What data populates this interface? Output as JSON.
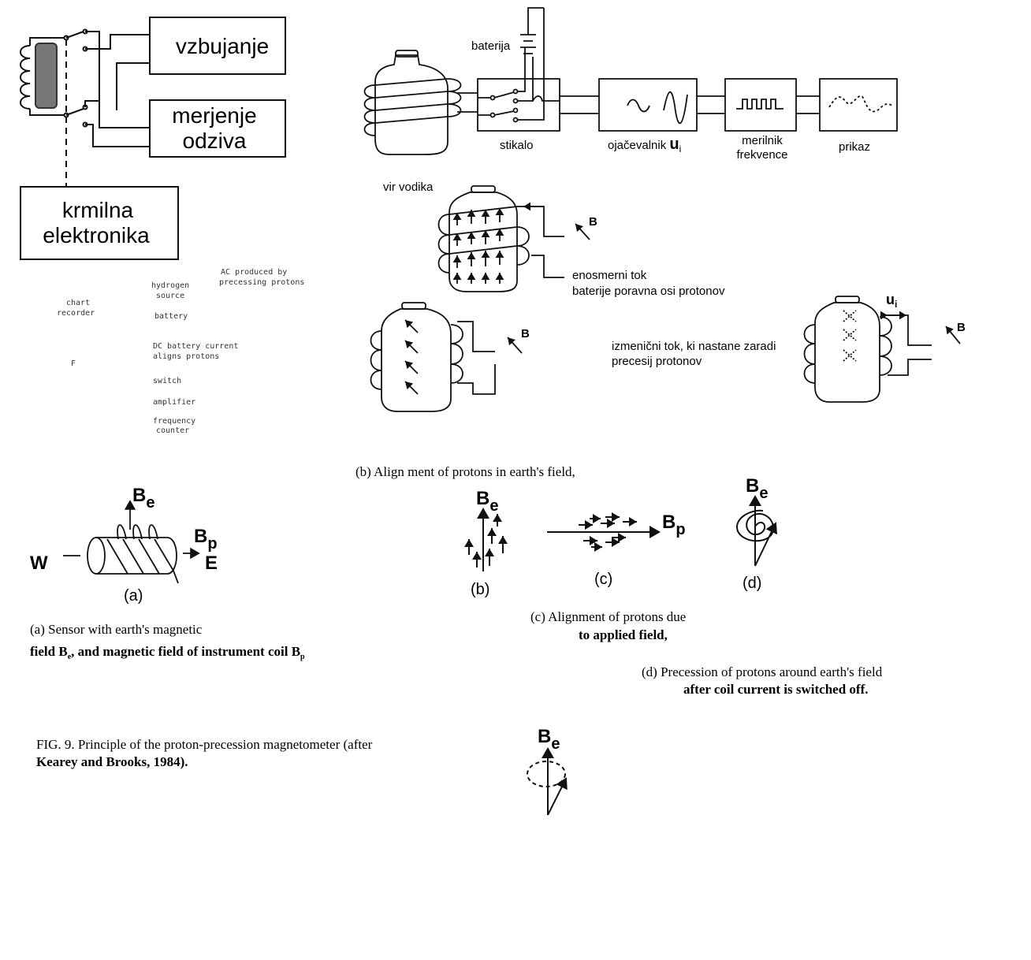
{
  "control_block": {
    "excitation": "vzbujanje",
    "measure_line1": "merjenje",
    "measure_line2": "odziva",
    "control_line1": "krmilna",
    "control_line2": "elektronika"
  },
  "system_diagram": {
    "battery": "baterija",
    "switch": "stikalo",
    "amplifier": "ojačevalnik",
    "amplifier_symbol": "u",
    "amplifier_sub": "i",
    "freq_line1": "merilnik",
    "freq_line2": "frekvence",
    "display": "prikaz",
    "hydrogen_source": "vir vodika",
    "B": "B",
    "dc_line1": "enosmerni tok",
    "dc_line2": "baterije poravna osi protonov",
    "ac_line1": "izmenični tok, ki nastane zaradi",
    "ac_line2": "precesij protonov",
    "ui_symbol": "u",
    "ui_sub": "i"
  },
  "faded_labels": {
    "ac_line1": "AC produced by",
    "ac_line2": "precessing protons",
    "hydrogen_line1": "hydrogen",
    "hydrogen_line2": "source",
    "chart_line1": "chart",
    "chart_line2": "recorder",
    "battery": "battery",
    "dc_line1": "DC battery current",
    "dc_line2": "aligns protons",
    "f": "F",
    "switch": "switch",
    "amplifier": "amplifier",
    "freq_line1": "frequency",
    "freq_line2": "counter"
  },
  "figure_labels": {
    "caption_b_top": "(b)  Align ment of protons in earth's field,",
    "be": "B",
    "be_sub": "e",
    "bp": "B",
    "bp_sub": "p",
    "E": "E",
    "W": "W",
    "a": "(a)",
    "b": "(b)",
    "c": "(c)",
    "d": "(d)",
    "caption_a_line1": "(a)  Sensor  with  earth's  magnetic",
    "caption_a_line2": "field B",
    "caption_a_line2_sub": "e",
    "caption_a_line2_rest": ",  and  magnetic  field  of  instrument  coil  B",
    "caption_a_line2_sub2": "p",
    "caption_c_line1": "(c)  Alignment  of  protons  due",
    "caption_c_line2": "to applied field,",
    "caption_d_line1": "(d)  Precession  of  protons  around  earth's field",
    "caption_d_line2": "after  coil  current  is  switched  off.",
    "fig_line1": "FIG. 9.  Principle of the proton-precession magnetometer (after",
    "fig_line2": "Kearey  and  Brooks,  1984)."
  }
}
